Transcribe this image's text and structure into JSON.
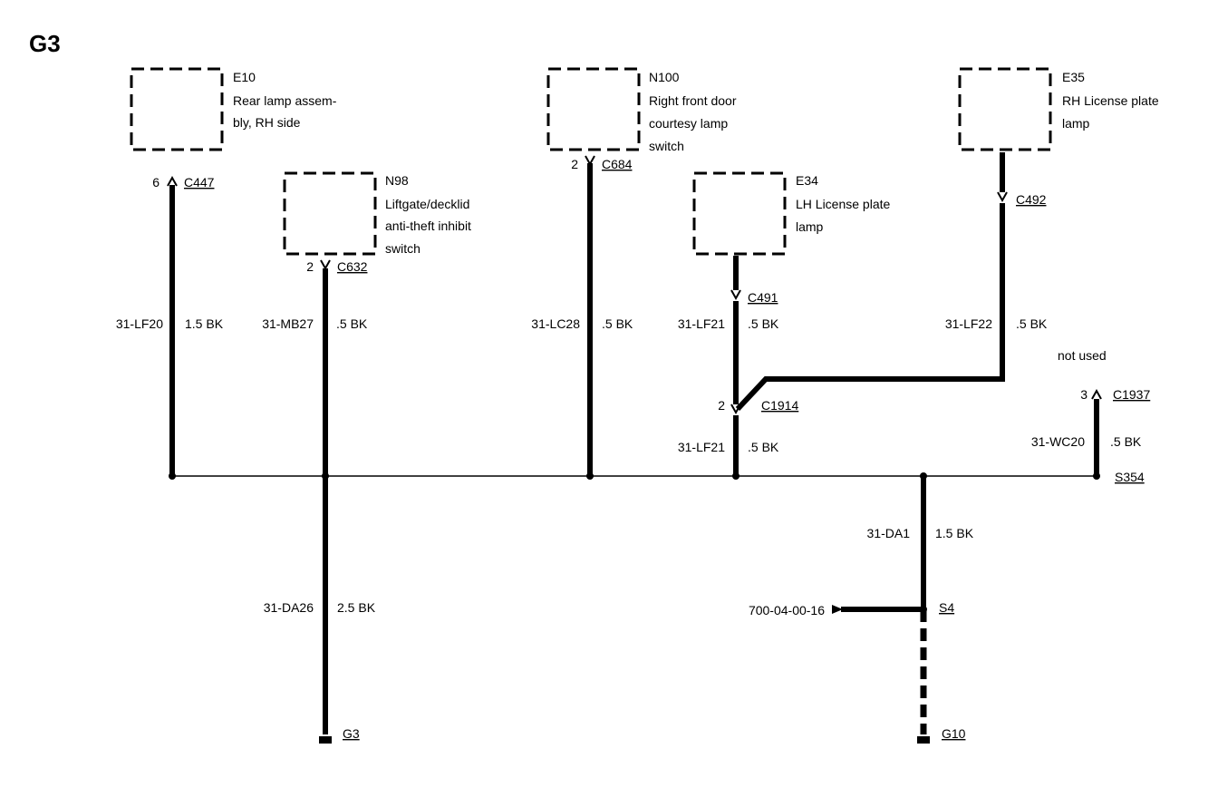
{
  "page_title": "G3",
  "components": {
    "e10": {
      "id": "E10",
      "desc": [
        "Rear lamp assem-",
        "bly, RH side"
      ]
    },
    "n98": {
      "id": "N98",
      "desc": [
        "Liftgate/decklid",
        "anti-theft inhibit",
        "switch"
      ]
    },
    "n100": {
      "id": "N100",
      "desc": [
        "Right front door",
        "courtesy lamp",
        "switch"
      ]
    },
    "e34": {
      "id": "E34",
      "desc": [
        "LH License plate",
        "lamp"
      ]
    },
    "e35": {
      "id": "E35",
      "desc": [
        "RH License plate",
        "lamp"
      ]
    }
  },
  "connectors": {
    "c447": {
      "name": "C447",
      "pin": "6"
    },
    "c632": {
      "name": "C632",
      "pin": "2"
    },
    "c684": {
      "name": "C684",
      "pin": "2"
    },
    "c491": {
      "name": "C491",
      "pin": ""
    },
    "c492": {
      "name": "C492",
      "pin": ""
    },
    "c1914": {
      "name": "C1914",
      "pin": "2"
    },
    "c1937": {
      "name": "C1937",
      "pin": "3",
      "note": "not used"
    }
  },
  "wires": {
    "lf20": {
      "circuit": "31-LF20",
      "size": "1.5 BK"
    },
    "mb27": {
      "circuit": "31-MB27",
      "size": ".5 BK"
    },
    "lc28": {
      "circuit": "31-LC28",
      "size": ".5 BK"
    },
    "lf21_upper": {
      "circuit": "31-LF21",
      "size": ".5 BK"
    },
    "lf22": {
      "circuit": "31-LF22",
      "size": ".5 BK"
    },
    "lf21_lower": {
      "circuit": "31-LF21",
      "size": ".5 BK"
    },
    "wc20": {
      "circuit": "31-WC20",
      "size": ".5 BK"
    },
    "da1": {
      "circuit": "31-DA1",
      "size": "1.5 BK"
    },
    "da26": {
      "circuit": "31-DA26",
      "size": "2.5 BK"
    }
  },
  "splices": {
    "s354": "S354",
    "s4": "S4"
  },
  "grounds": {
    "g3": "G3",
    "g10": "G10"
  },
  "references": {
    "s4_ref": "700-04-00-16"
  }
}
